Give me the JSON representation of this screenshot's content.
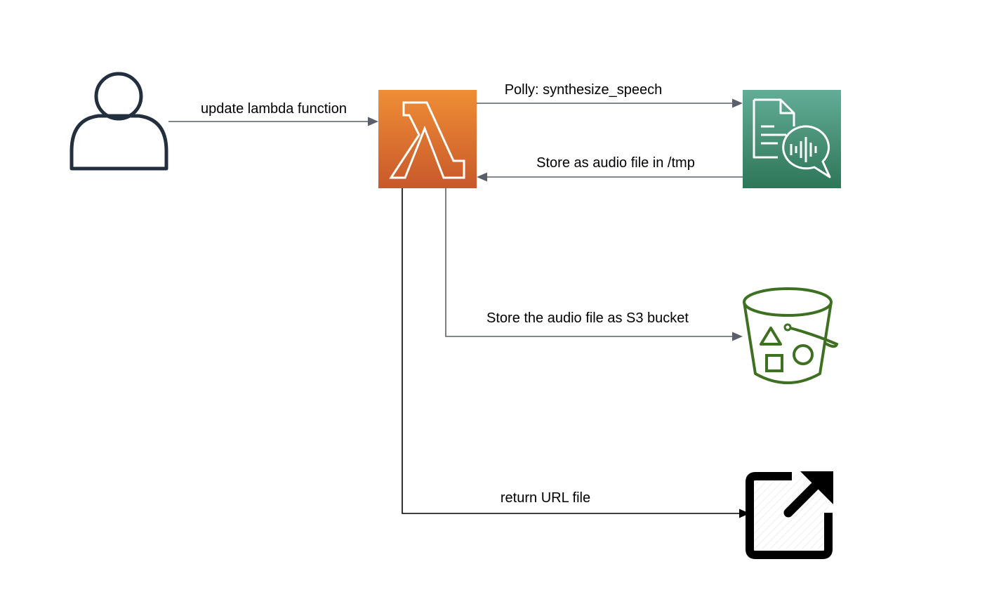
{
  "nodes": {
    "user": {
      "icon": "user-icon"
    },
    "lambda": {
      "icon": "lambda-icon",
      "colors": {
        "top": "#ef8e35",
        "bottom": "#c9582b"
      }
    },
    "polly": {
      "icon": "polly-icon",
      "colors": {
        "top": "#63ad97",
        "bottom": "#2e7658"
      }
    },
    "s3": {
      "icon": "s3-bucket-icon",
      "color": "#3e7022"
    },
    "url": {
      "icon": "external-link-icon",
      "color": "#000000"
    }
  },
  "edges": [
    {
      "id": "user-to-lambda",
      "label": "update lambda function"
    },
    {
      "id": "lambda-to-polly",
      "label": "Polly: synthesize_speech"
    },
    {
      "id": "polly-to-lambda",
      "label": "Store as audio file in /tmp"
    },
    {
      "id": "lambda-to-s3",
      "label": "Store the audio file as S3 bucket"
    },
    {
      "id": "lambda-to-url",
      "label": "return URL file"
    }
  ],
  "colors": {
    "edge_gray": "#5a5f69",
    "edge_black": "#000000",
    "user_stroke": "#232f3e"
  }
}
